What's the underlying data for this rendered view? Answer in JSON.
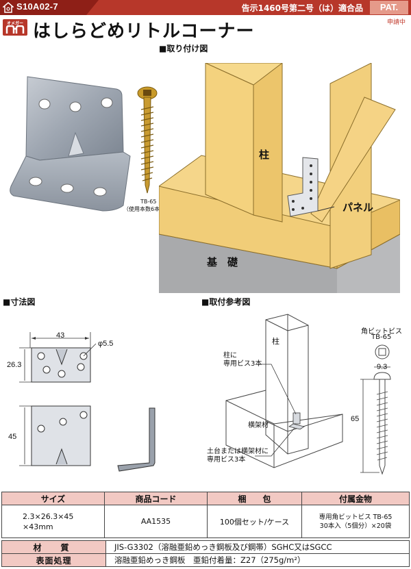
{
  "header": {
    "code": "S10A02-7",
    "approval": "告示1460号第二号（は）適合品",
    "pat": "PAT.",
    "pending": "申請中",
    "logo_text": "オメガー"
  },
  "title": "はしらどめリトルコーナー",
  "sections": {
    "mounting": "■取り付け図",
    "dimensions": "■寸法図",
    "reference": "■取付参考図"
  },
  "photo": {
    "screw_model": "TB-65",
    "screw_note": "（使用本数6本）"
  },
  "mounting_labels": {
    "post": "柱",
    "panel": "パネル",
    "foundation": "基　礎"
  },
  "dims": {
    "width": "43",
    "hole": "φ5.5",
    "height_small": "26.3",
    "height_large": "45"
  },
  "reference": {
    "post": "柱",
    "post_screws_1": "柱に",
    "post_screws_2": "専用ビス3本",
    "beam": "横架材",
    "beam_screws_1": "土台または横架材に",
    "beam_screws_2": "専用ビス3本"
  },
  "screw": {
    "name": "角ビットビス",
    "model": "TB-65",
    "head": "9.3",
    "length": "65"
  },
  "spec_table": {
    "headers": [
      "サイズ",
      "商品コード",
      "梱　　包",
      "付属金物"
    ],
    "size_line1": "2.3×26.3×45",
    "size_line2": "×43mm",
    "code": "AA1535",
    "packing": "100個セット/ケース",
    "accessory_line1": "専用角ビットビス TB-65",
    "accessory_line2": "30本入（5個分）×20袋"
  },
  "material_table": {
    "material_label": "材　質",
    "material_value": "JIS-G3302（溶融亜鉛めっき鋼板及び鋼帯）SGHC又はSGCC",
    "surface_label": "表面処理",
    "surface_value": "溶融亜鉛めっき鋼板　亜鉛付着量：Z27（275g/m²）"
  },
  "colors": {
    "brand_red": "#b7372a",
    "table_header": "#f2c9c3",
    "wood": "#f6d98c"
  }
}
